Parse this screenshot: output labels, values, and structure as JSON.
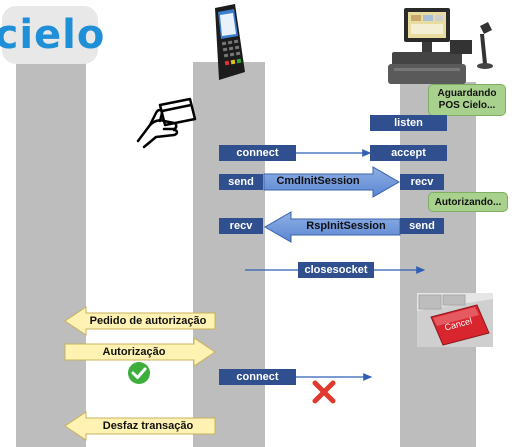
{
  "logo": {
    "text": "cielo"
  },
  "notes": {
    "waiting": "Aguardando POS Cielo...",
    "authorizing": "Autorizando..."
  },
  "messages": {
    "listen": "listen",
    "connect_1": "connect",
    "accept": "accept",
    "send_1": "send",
    "cmd_init_session": "CmdInitSession",
    "recv_1": "recv",
    "recv_2": "recv",
    "rsp_init_session": "RspInitSession",
    "send_2": "send",
    "closesocket": "closesocket",
    "connect_2": "connect"
  },
  "client_actions": {
    "auth_request": "Pedido de autorização",
    "authorization": "Autorização",
    "undo_transaction": "Desfaz transação"
  },
  "images": {
    "cancel_key": "Cancel"
  },
  "colors": {
    "lane": "#bdbdbd",
    "pill": "#2f4f8f",
    "blue_arrow": "#5b86d1",
    "yellow_arrow": "#fff2b3",
    "note_green": "#a9d18e",
    "cancel_red": "#d9262e",
    "check_green": "#3cae3c",
    "logo_blue": "#1f8fd8"
  },
  "icons": [
    "card-hand-icon",
    "pos-terminal-icon",
    "pos-station-icon",
    "cancel-key-icon",
    "check-icon",
    "x-icon"
  ]
}
